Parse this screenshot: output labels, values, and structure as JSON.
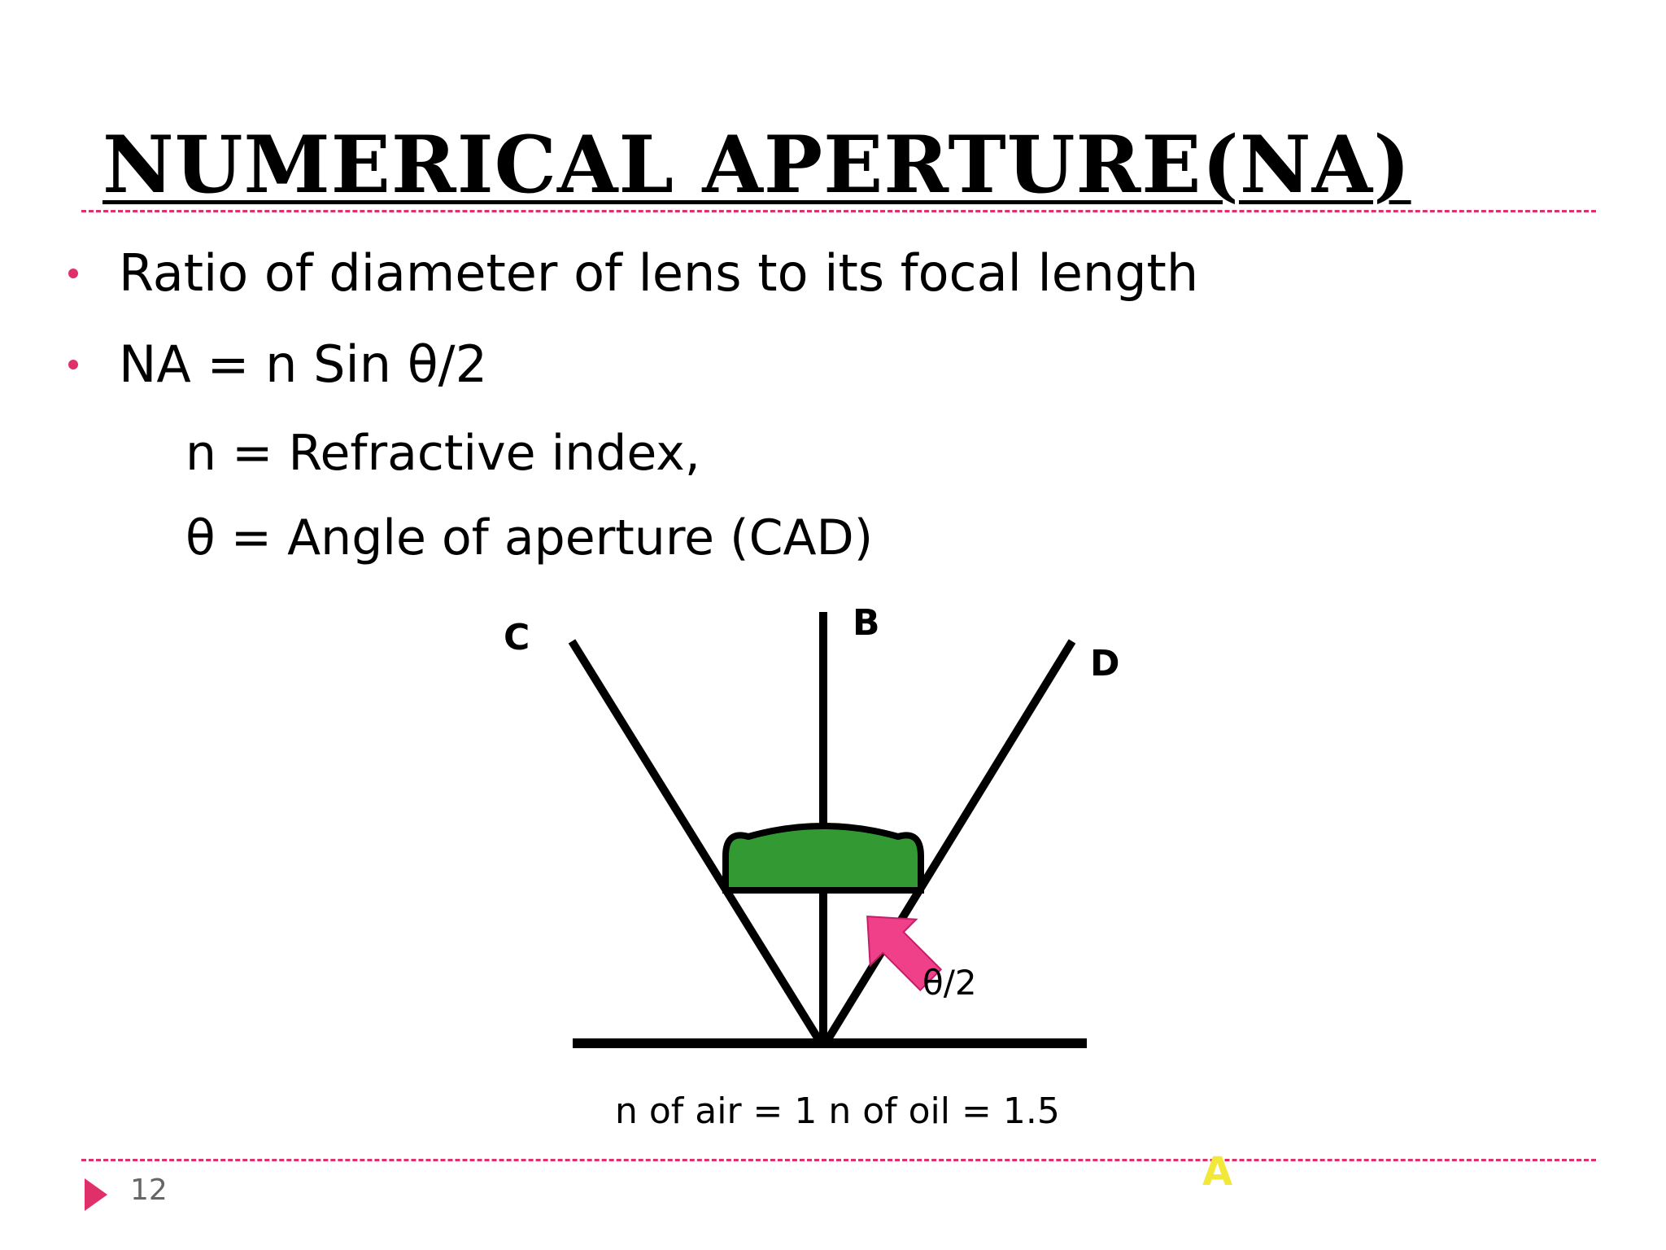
{
  "slide": {
    "title": "NUMERICAL APERTURE(NA)",
    "bullets": [
      "Ratio of diameter of lens to its focal length",
      "NA = n Sin θ/2"
    ],
    "definitions": [
      "n = Refractive index,",
      "θ = Angle of aperture (CAD)"
    ],
    "page_number": "12"
  },
  "diagram": {
    "label_c": "C",
    "label_b": "B",
    "label_d": "D",
    "label_a": "A",
    "angle_label": "θ/2",
    "caption": "n of air = 1 n of oil = 1.5",
    "lens_color": "#339933",
    "arrow_color": "#f0408a"
  },
  "theme": {
    "accent": "#e0306a"
  }
}
